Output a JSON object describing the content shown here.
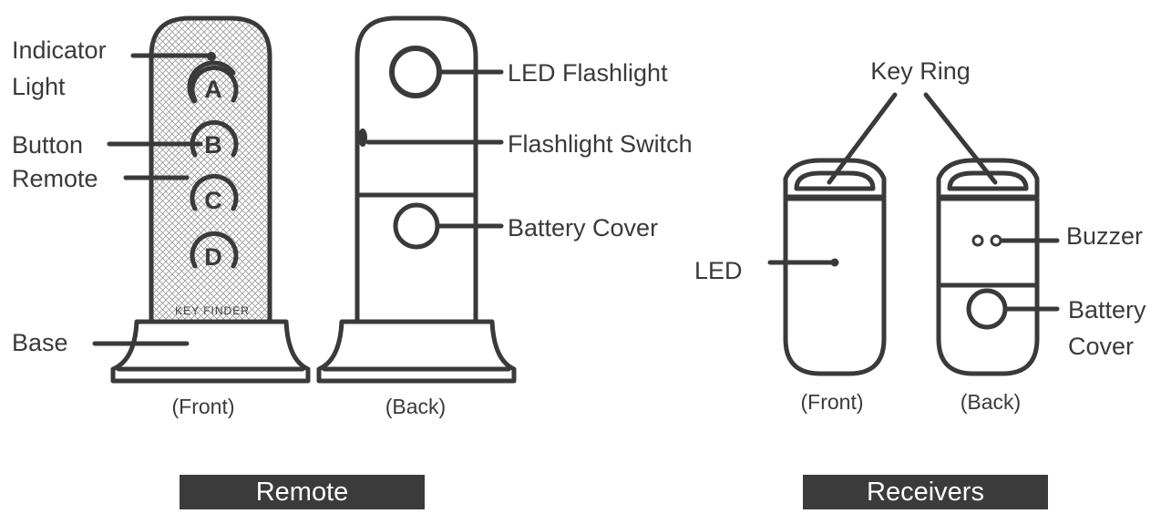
{
  "remote": {
    "labels": {
      "indicator_light_1": "Indicator",
      "indicator_light_2": "Light",
      "button": "Button",
      "remote": "Remote",
      "base": "Base",
      "led_flashlight": "LED Flashlight",
      "flashlight_switch": "Flashlight Switch",
      "battery_cover": "Battery Cover"
    },
    "buttons": [
      "A",
      "B",
      "C",
      "D"
    ],
    "brand_text": "KEY FINDER",
    "front_caption": "(Front)",
    "back_caption": "(Back)",
    "section_title": "Remote"
  },
  "receivers": {
    "labels": {
      "key_ring": "Key Ring",
      "led": "LED",
      "buzzer": "Buzzer",
      "battery_cover_1": "Battery",
      "battery_cover_2": "Cover"
    },
    "front_caption": "(Front)",
    "back_caption": "(Back)",
    "section_title": "Receivers"
  },
  "colors": {
    "ink": "#3a3a3a",
    "badge_bg": "#3b3b3b",
    "badge_text": "#ffffff"
  }
}
